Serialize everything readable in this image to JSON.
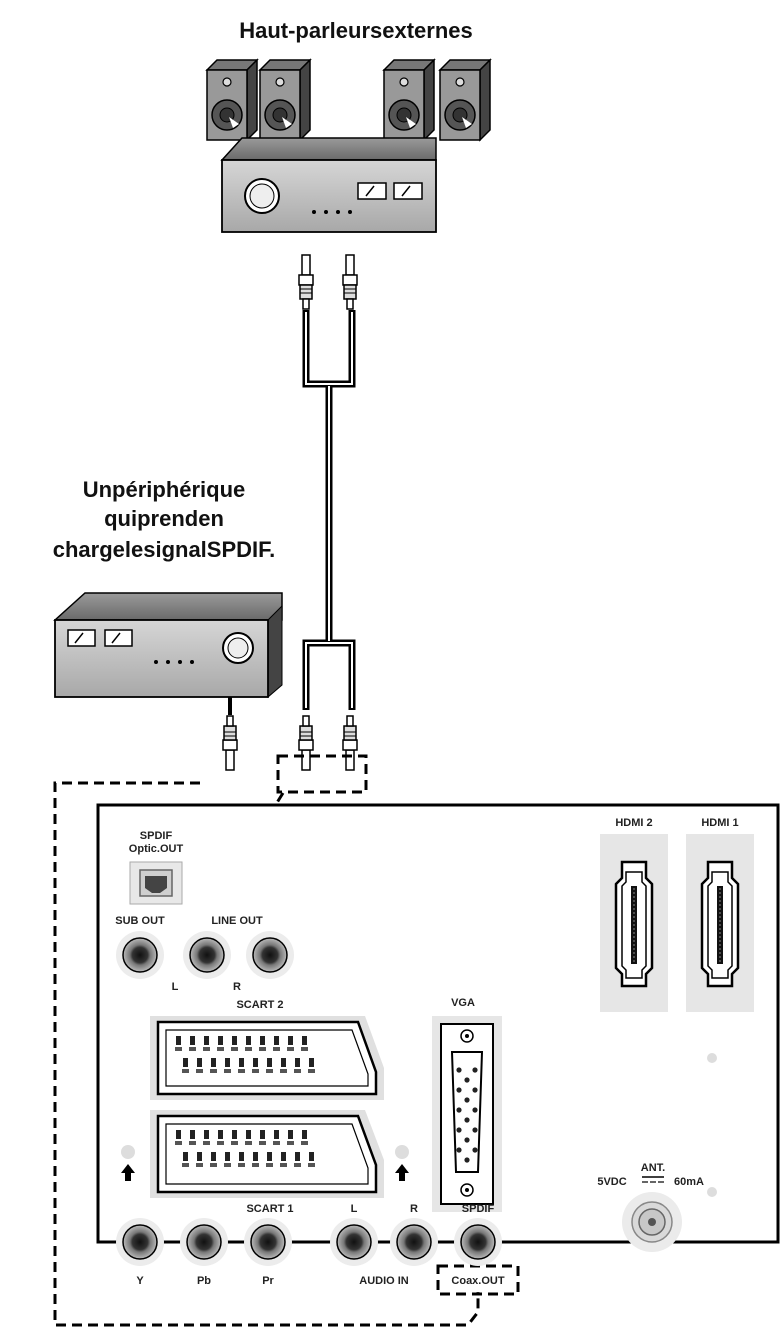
{
  "title_top": "Haut-parleursexternes",
  "device_label": [
    "Unpériphérique",
    "quiprenden",
    "chargelesignalSPDIF."
  ],
  "panel": {
    "spdif_optic": [
      "SPDIF",
      "Optic.OUT"
    ],
    "sub_out": "SUB OUT",
    "line_out": "LINE OUT",
    "line_l": "L",
    "line_r": "R",
    "scart2": "SCART 2",
    "scart1": "SCART 1",
    "vga": "VGA",
    "hdmi2": "HDMI 2",
    "hdmi1": "HDMI 1",
    "ant_voltage": "5VDC",
    "ant_label": "ANT.",
    "ant_current": "60mA",
    "audio_l": "L",
    "audio_r": "R",
    "spdif": "SPDIF",
    "y": "Y",
    "pb": "Pb",
    "pr": "Pr",
    "audio_in": "AUDIO IN",
    "coax_out": "Coax.OUT"
  }
}
